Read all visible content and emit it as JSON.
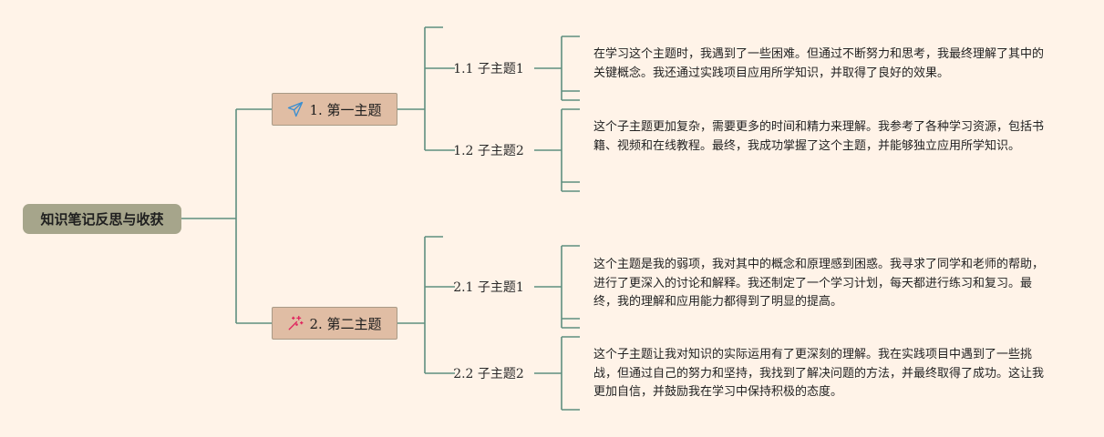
{
  "root": {
    "label": "知识笔记反思与收获"
  },
  "topics": [
    {
      "label": "1. 第一主题",
      "icon": "paper-plane-icon",
      "subtopics": [
        {
          "label": "1.1 子主题1",
          "note": "在学习这个主题时，我遇到了一些困难。但通过不断努力和思考，我最终理解了其中的关键概念。我还通过实践项目应用所学知识，并取得了良好的效果。"
        },
        {
          "label": "1.2 子主题2",
          "note": "这个子主题更加复杂，需要更多的时间和精力来理解。我参考了各种学习资源，包括书籍、视频和在线教程。最终，我成功掌握了这个主题，并能够独立应用所学知识。"
        }
      ]
    },
    {
      "label": "2. 第二主题",
      "icon": "magic-wand-sparkles-icon",
      "subtopics": [
        {
          "label": "2.1 子主题1",
          "note": "这个主题是我的弱项，我对其中的概念和原理感到困惑。我寻求了同学和老师的帮助，进行了更深入的讨论和解释。我还制定了一个学习计划，每天都进行练习和复习。最终，我的理解和应用能力都得到了明显的提高。"
        },
        {
          "label": "2.2 子主题2",
          "note": "这个子主题让我对知识的实际运用有了更深刻的理解。我在实践项目中遇到了一些挑战，但通过自己的努力和坚持，我找到了解决问题的方法，并最终取得了成功。这让我更加自信，并鼓励我在学习中保持积极的态度。"
        }
      ]
    }
  ],
  "colors": {
    "background": "#fff3e8",
    "line": "#5f8f7f",
    "root_fill": "#a6a58b",
    "topic_fill": "#e0bda4",
    "plane_icon": "#3b8ed0",
    "wand_icon": "#e0245e"
  }
}
